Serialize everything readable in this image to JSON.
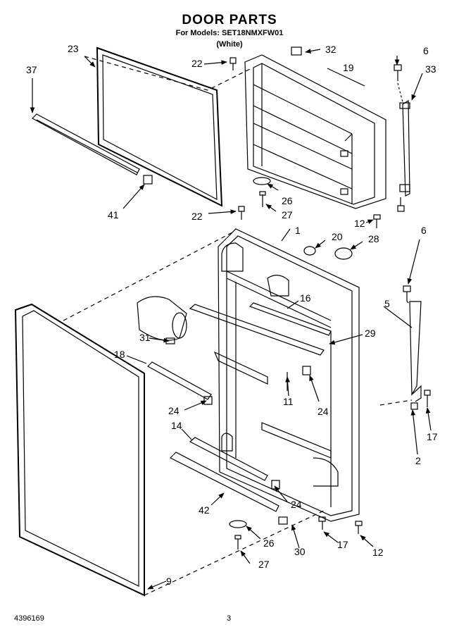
{
  "header": {
    "title": "DOOR PARTS",
    "models_line": "For Models: SET18NMXFW01",
    "color_line": "(White)"
  },
  "footer": {
    "doc_number": "4396169",
    "page_number": "3"
  },
  "callouts": {
    "c1": "1",
    "c2": "2",
    "c5": "5",
    "c6a": "6",
    "c6b": "6",
    "c9": "9",
    "c11": "11",
    "c12a": "12",
    "c12b": "12",
    "c14": "14",
    "c16": "16",
    "c17a": "17",
    "c17b": "17",
    "c18": "18",
    "c19": "19",
    "c20": "20",
    "c22a": "22",
    "c22b": "22",
    "c23": "23",
    "c24a": "24",
    "c24b": "24",
    "c24c": "24",
    "c26a": "26",
    "c26b": "26",
    "c27a": "27",
    "c27b": "27",
    "c28": "28",
    "c29": "29",
    "c30": "30",
    "c31": "31",
    "c32": "32",
    "c33": "33",
    "c37": "37",
    "c41": "41",
    "c42": "42"
  }
}
